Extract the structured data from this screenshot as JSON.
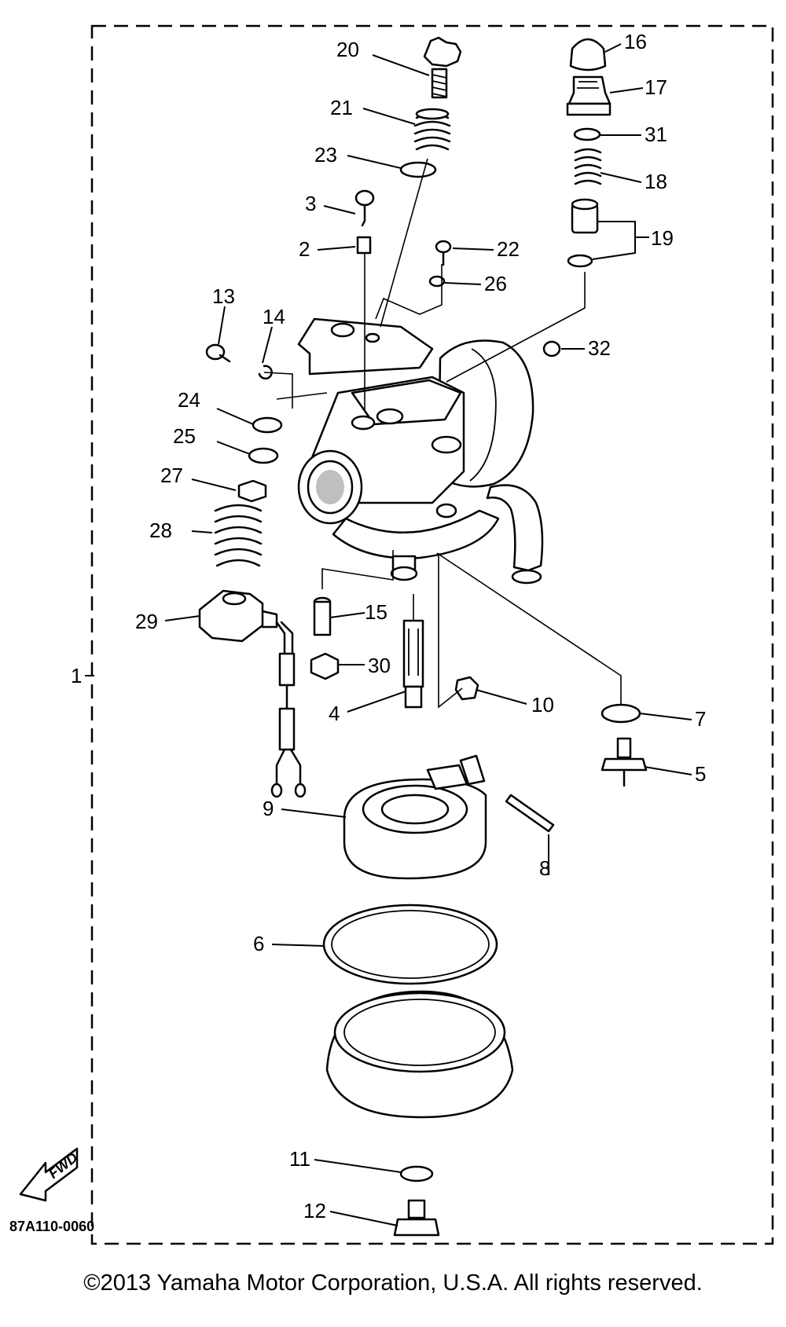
{
  "diagram_code": "87A110-0060",
  "copyright": "©2013 Yamaha Motor Corporation, U.S.A. All rights reserved.",
  "fwd_label": "FWD",
  "labels": {
    "l1": "1",
    "l2": "2",
    "l3": "3",
    "l4": "4",
    "l5": "5",
    "l6": "6",
    "l7": "7",
    "l8": "8",
    "l9": "9",
    "l10": "10",
    "l11": "11",
    "l12": "12",
    "l13": "13",
    "l14": "14",
    "l15": "15",
    "l16": "16",
    "l17": "17",
    "l18": "18",
    "l19": "19",
    "l20": "20",
    "l21": "21",
    "l22": "22",
    "l23": "23",
    "l24": "24",
    "l25": "25",
    "l26": "26",
    "l27": "27",
    "l28": "28",
    "l29": "29",
    "l30": "30",
    "l31": "31",
    "l32": "32"
  }
}
